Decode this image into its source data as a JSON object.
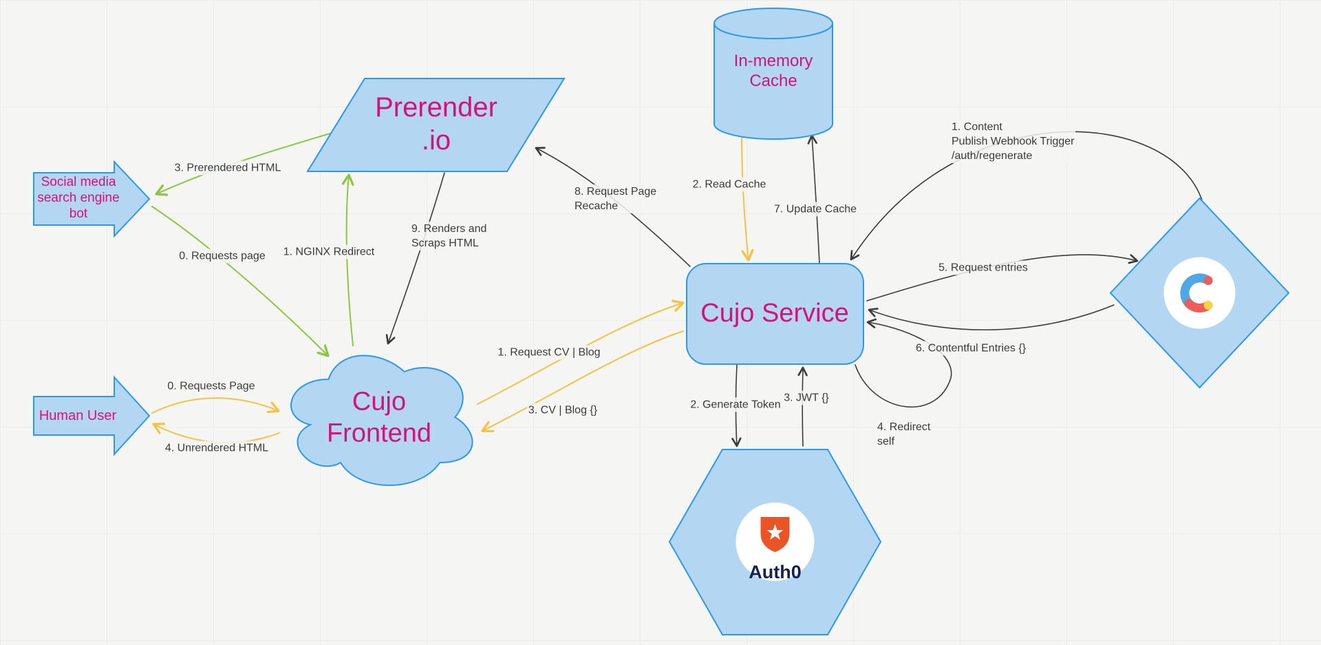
{
  "colors": {
    "background": "#f5f5f3",
    "grid_line": "#ebebeb",
    "node_fill": "#b3d7f2",
    "node_stroke": "#2b98f0",
    "node_text": "#d6117e",
    "edge_label_text": "#3b3b3b",
    "edge_black": "#3b3b3b",
    "edge_green": "#8dc63f",
    "edge_yellow": "#f5c244",
    "auth0_shield": "#eb5424",
    "auth0_text": "#16214d",
    "contentful_blue": "#4fa7e8",
    "contentful_red": "#ef5c5c",
    "contentful_yellow": "#fdd23f"
  },
  "nodes": {
    "social_bot": {
      "label": "Social media\nsearch engine\nbot",
      "shape": "block-arrow-right"
    },
    "prerender": {
      "label": "Prerender\n.io",
      "shape": "parallelogram"
    },
    "cache": {
      "label": "In-memory\nCache",
      "shape": "cylinder"
    },
    "frontend": {
      "label": "Cujo\nFrontend",
      "shape": "cloud"
    },
    "service": {
      "label": "Cujo Service",
      "shape": "rounded-rectangle"
    },
    "human": {
      "label": "Human User",
      "shape": "block-arrow-right"
    },
    "auth0": {
      "logo_text": "Auth0",
      "shape": "hexagon",
      "logo": "auth0-logo"
    },
    "contentful": {
      "shape": "diamond",
      "logo": "contentful-logo"
    }
  },
  "edges": [
    {
      "name": "prerendered-html",
      "label": "3. Prerendered HTML",
      "color": "green",
      "from": "prerender",
      "to": "social_bot"
    },
    {
      "name": "bot-requests-page",
      "label": "0. Requests page",
      "color": "green",
      "from": "social_bot",
      "to": "frontend"
    },
    {
      "name": "nginx-redirect",
      "label": "1. NGINX Redirect",
      "color": "green",
      "from": "frontend",
      "to": "prerender"
    },
    {
      "name": "renders-scraps-html",
      "label": "9. Renders and\nScraps HTML",
      "color": "black",
      "from": "prerender",
      "to": "frontend"
    },
    {
      "name": "request-page-recache",
      "label": "8. Request Page\nRecache",
      "color": "black",
      "from": "service",
      "to": "prerender"
    },
    {
      "name": "update-cache",
      "label": "7. Update Cache",
      "color": "black",
      "from": "service",
      "to": "cache"
    },
    {
      "name": "read-cache",
      "label": "2. Read Cache",
      "color": "yellow",
      "from": "cache",
      "to": "service"
    },
    {
      "name": "content-publish-webhook",
      "label": "1. Content\nPublish Webhook Trigger\n/auth/regenerate",
      "color": "black",
      "from": "contentful",
      "to": "service"
    },
    {
      "name": "request-entries",
      "label": "5. Request entries",
      "color": "black",
      "from": "service",
      "to": "contentful"
    },
    {
      "name": "contentful-entries",
      "label": "6. Contentful Entries {}",
      "color": "black",
      "from": "contentful",
      "to": "service"
    },
    {
      "name": "request-cv-blog",
      "label": "1. Request CV | Blog",
      "color": "yellow",
      "from": "frontend",
      "to": "service"
    },
    {
      "name": "cv-blog-response",
      "label": "3. CV | Blog {}",
      "color": "yellow",
      "from": "service",
      "to": "frontend"
    },
    {
      "name": "human-requests-page",
      "label": "0. Requests Page",
      "color": "yellow",
      "from": "human",
      "to": "frontend"
    },
    {
      "name": "unrendered-html",
      "label": "4. Unrendered HTML",
      "color": "yellow",
      "from": "frontend",
      "to": "human"
    },
    {
      "name": "generate-token",
      "label": "2. Generate Token",
      "color": "black",
      "from": "service",
      "to": "auth0"
    },
    {
      "name": "jwt-response",
      "label": "3. JWT {}",
      "color": "black",
      "from": "auth0",
      "to": "service"
    },
    {
      "name": "redirect-self",
      "label": "4. Redirect\nself",
      "color": "black",
      "from": "service",
      "to": "service"
    }
  ]
}
